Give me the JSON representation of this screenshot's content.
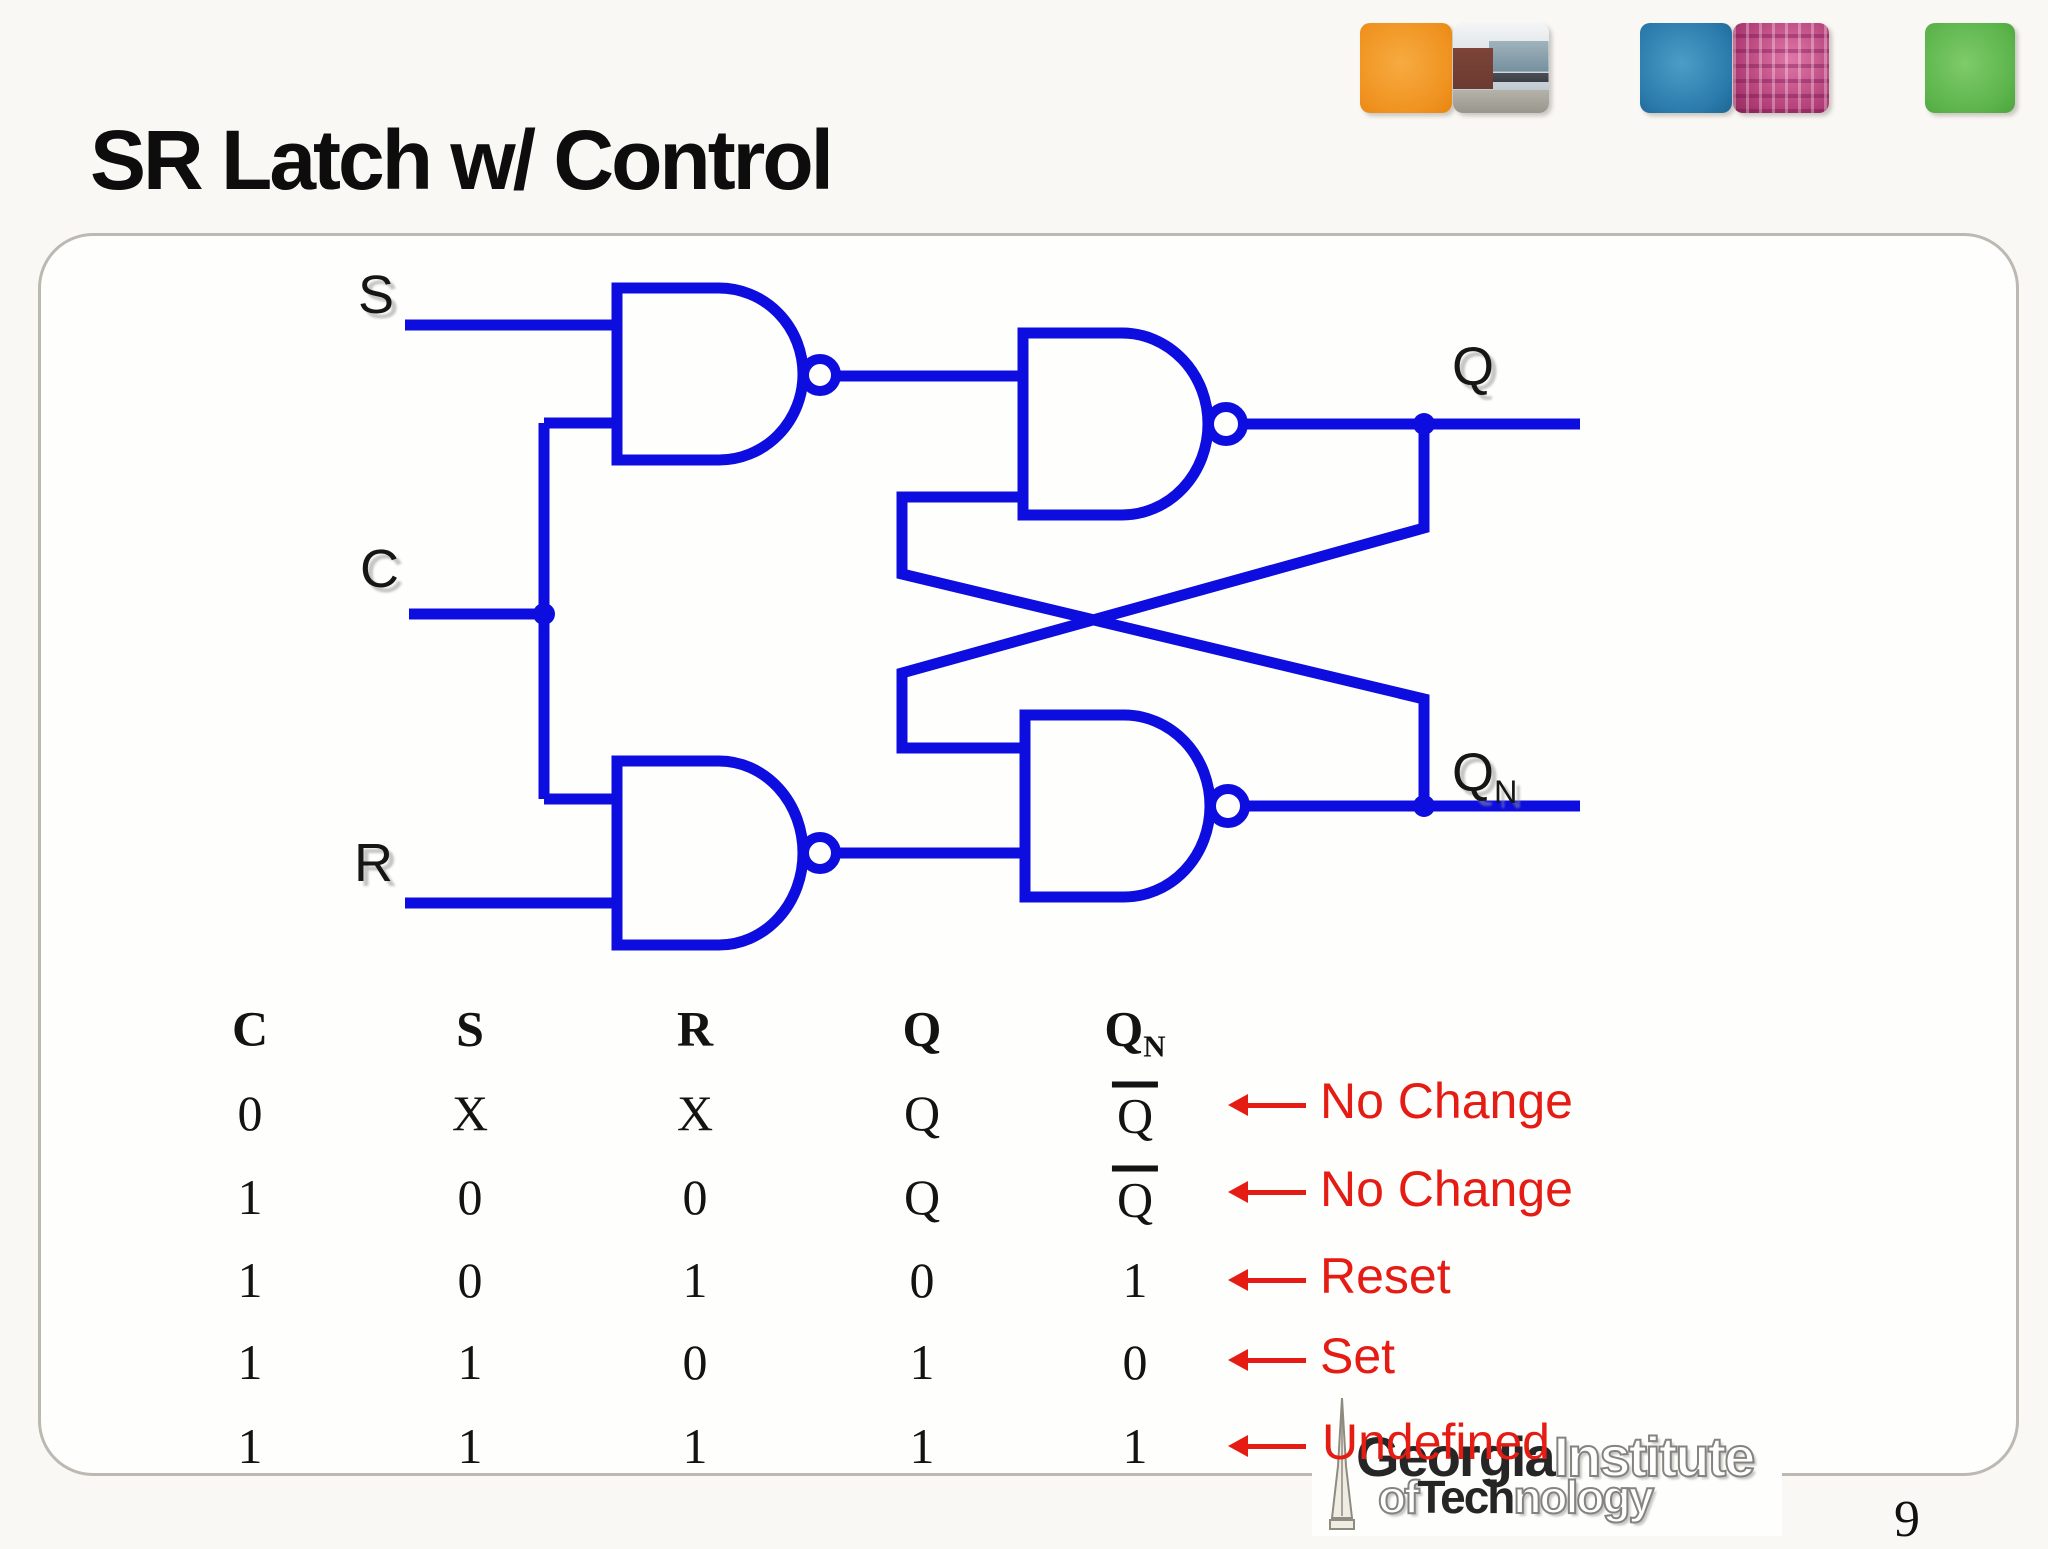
{
  "title": "SR Latch w/ Control",
  "page_number": "9",
  "colors": {
    "wire_blue": "#0d0de0",
    "annotation_red": "#e51c14"
  },
  "circuit": {
    "labels": {
      "s": "S",
      "c": "C",
      "r": "R",
      "q": "Q",
      "qn_base": "Q",
      "qn_sub": "N"
    }
  },
  "truth_table": {
    "headers": [
      {
        "base": "C",
        "sub": ""
      },
      {
        "base": "S",
        "sub": ""
      },
      {
        "base": "R",
        "sub": ""
      },
      {
        "base": "Q",
        "sub": ""
      },
      {
        "base": "Q",
        "sub": "N"
      }
    ],
    "rows": [
      [
        "0",
        "X",
        "X",
        "Q",
        "Q"
      ],
      [
        "1",
        "0",
        "0",
        "Q",
        "Q"
      ],
      [
        "1",
        "0",
        "1",
        "0",
        "1"
      ],
      [
        "1",
        "1",
        "0",
        "1",
        "0"
      ],
      [
        "1",
        "1",
        "1",
        "1",
        "1"
      ]
    ],
    "annotations": [
      "No Change",
      "No Change",
      "Reset",
      "Set",
      "Undefined"
    ]
  },
  "logo": {
    "word1_solid": "Georgia",
    "word1_outline": "Institute",
    "word2_outline_a": "of",
    "word2_solid": "Tech",
    "word2_outline_b": "nology"
  }
}
